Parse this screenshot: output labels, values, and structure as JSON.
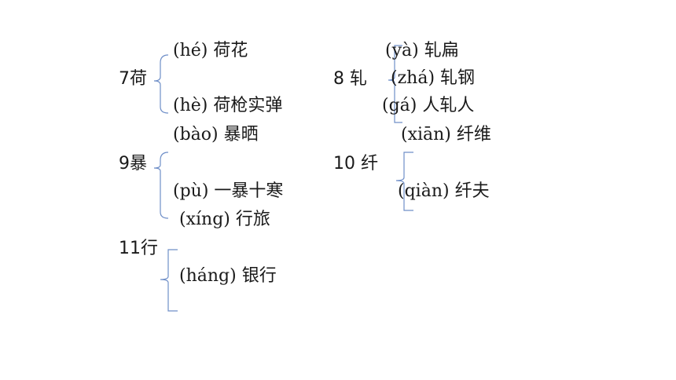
{
  "entries": [
    {
      "head": "7荷",
      "readings": [
        {
          "pinyin": "(hé)",
          "words": "荷花"
        },
        {
          "pinyin": "(hè)",
          "words": "荷枪实弹"
        }
      ]
    },
    {
      "head": "8 轧",
      "readings": [
        {
          "pinyin": "(yà)",
          "words": "轧扁"
        },
        {
          "pinyin": "(zhá)",
          "words": "轧钢"
        },
        {
          "pinyin": "(gá)",
          "words": "人轧人"
        }
      ]
    },
    {
      "head": "9暴",
      "readings": [
        {
          "pinyin": "(bào)",
          "words": "暴晒"
        },
        {
          "pinyin": "(pù)",
          "words": "一暴十寒"
        }
      ]
    },
    {
      "head": "10 纤",
      "readings": [
        {
          "pinyin": "(xiān)",
          "words": "纤维"
        },
        {
          "pinyin": "(qiàn)",
          "words": "纤夫"
        }
      ]
    },
    {
      "head": "11行",
      "readings": [
        {
          "pinyin": "(xíng)",
          "words": "行旅"
        },
        {
          "pinyin": "(háng)",
          "words": "银行"
        }
      ]
    }
  ],
  "colors": {
    "brace": "#6f8fc8",
    "text": "#1a1a1a",
    "background": "#ffffff"
  }
}
